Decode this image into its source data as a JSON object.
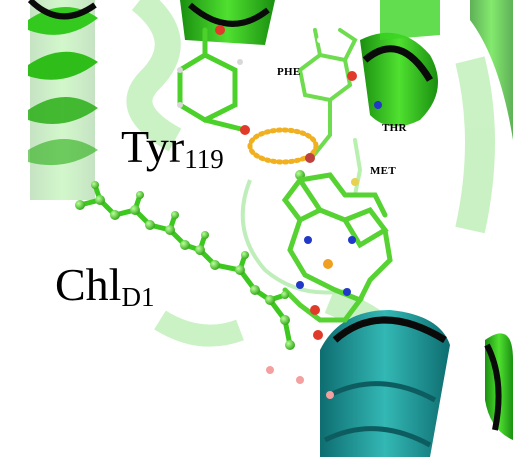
{
  "labels": {
    "tyr": {
      "main": "Tyr",
      "sub": "119"
    },
    "chl": {
      "main": "Chl",
      "sub": "D1"
    },
    "phe": "PHE",
    "thr": "THR",
    "met": "MET"
  },
  "colors": {
    "helix_green": "#2fbf1c",
    "helix_dark": "#0a0a0a",
    "helix_teal": "#1f8f8f",
    "stick_green": "#4bd12a",
    "pale_green": "#9fe69a",
    "oxygen": "#e23a2a",
    "nitrogen": "#2238c8",
    "hydrogen": "#d8d8d8",
    "magnesium": "#f0a020",
    "hbond_ellipse": "#f0b020"
  }
}
